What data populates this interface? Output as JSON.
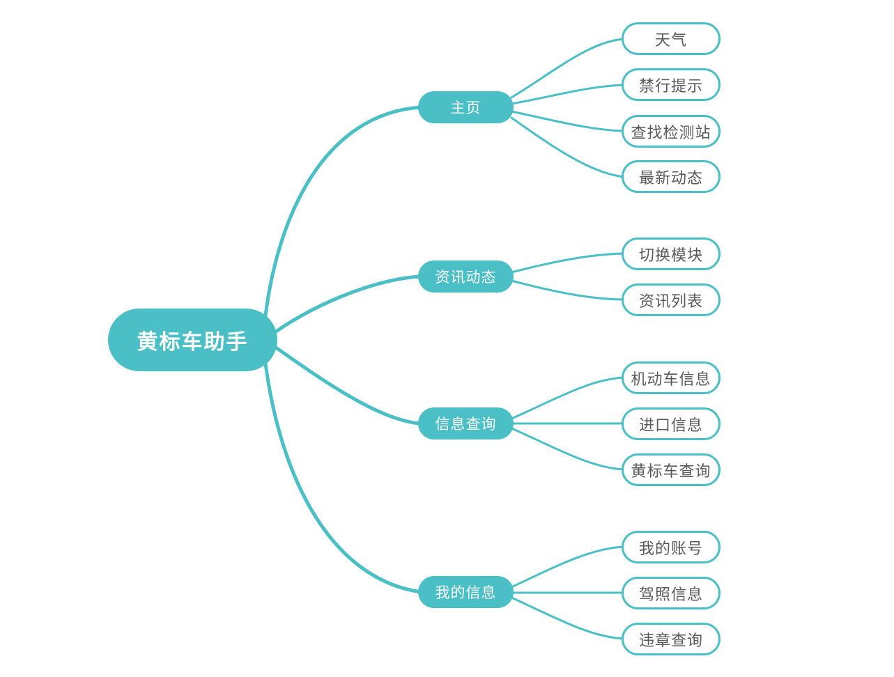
{
  "mindmap": {
    "root": {
      "label": "黄标车助手"
    },
    "branches": [
      {
        "label": "主页",
        "children": [
          {
            "label": "天气"
          },
          {
            "label": "禁行提示"
          },
          {
            "label": "查找检测站"
          },
          {
            "label": "最新动态"
          }
        ]
      },
      {
        "label": "资讯动态",
        "children": [
          {
            "label": "切换模块"
          },
          {
            "label": "资讯列表"
          }
        ]
      },
      {
        "label": "信息查询",
        "children": [
          {
            "label": "机动车信息"
          },
          {
            "label": "进口信息"
          },
          {
            "label": "黄标车查询"
          }
        ]
      },
      {
        "label": "我的信息",
        "children": [
          {
            "label": "我的账号"
          },
          {
            "label": "驾照信息"
          },
          {
            "label": "违章查询"
          }
        ]
      }
    ],
    "colors": {
      "accent": "#4ABFC6",
      "node_text": "#FFFFFF",
      "leaf_text": "#595959",
      "background": "#FFFFFF"
    }
  }
}
